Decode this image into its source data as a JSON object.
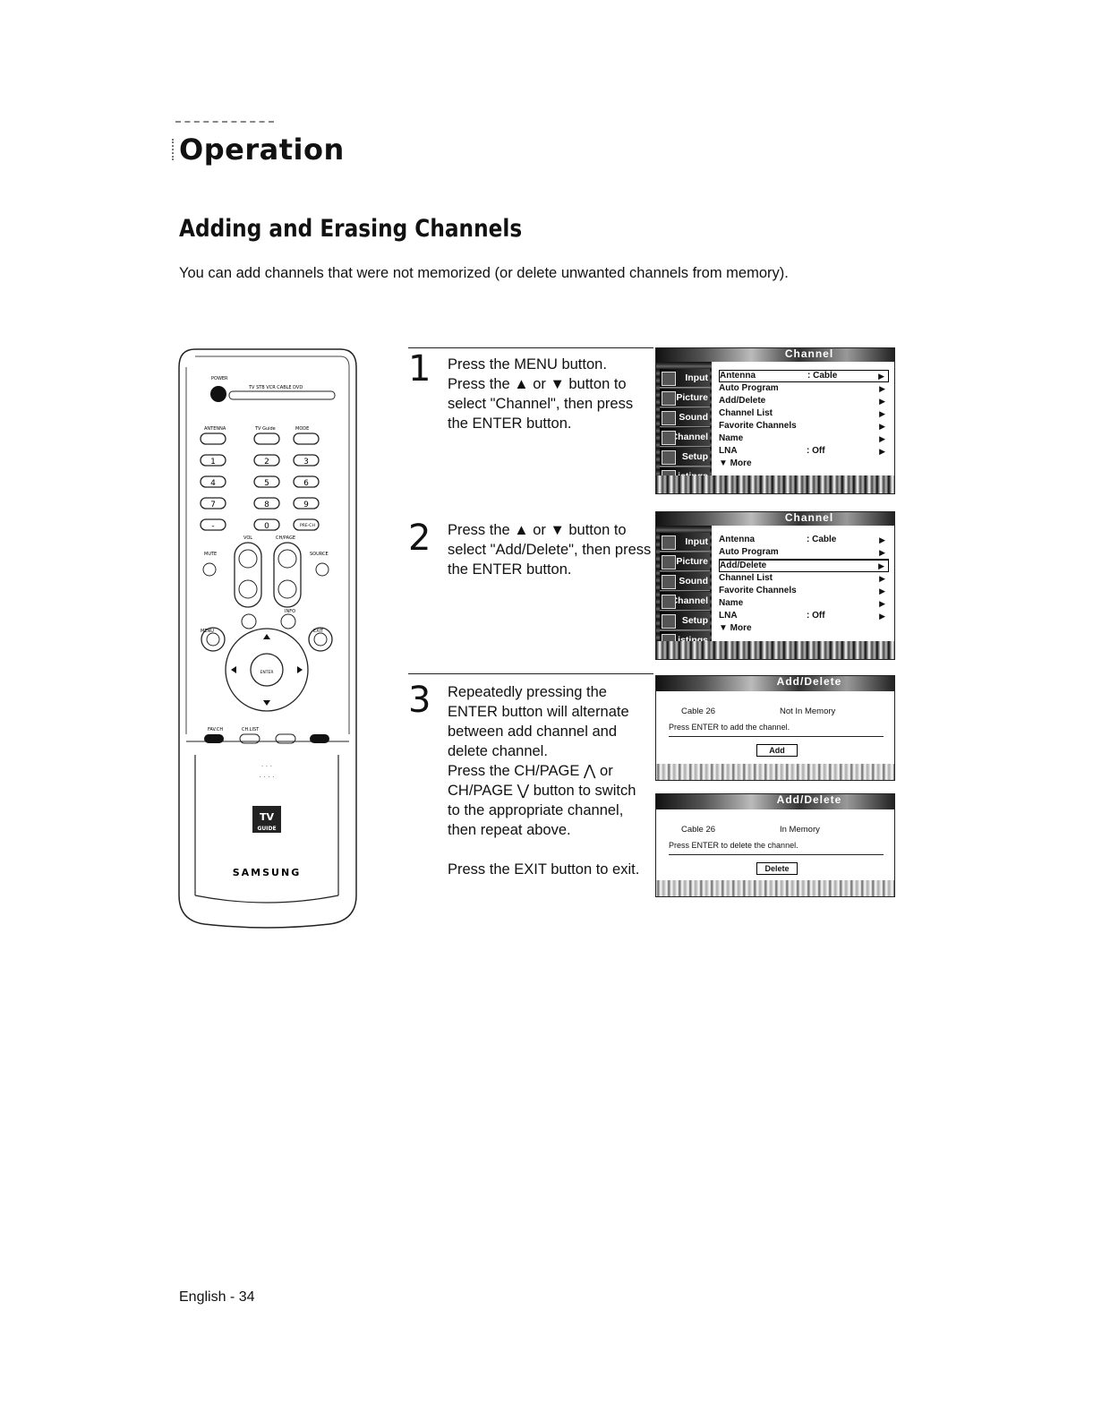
{
  "header": {
    "section": "Operation",
    "heading": "Adding and Erasing Channels",
    "intro": "You can add channels that were not memorized (or delete unwanted channels from memory)."
  },
  "remote": {
    "labels": {
      "power": "POWER",
      "modes": "TV  STB  VCR  CABLE  DVD",
      "antenna": "ANTENNA",
      "tvguide": "TV Guide",
      "mode": "MODE",
      "vol": "VOL",
      "chpage": "CH/PAGE",
      "mute": "MUTE",
      "source": "SOURCE",
      "prech": "PRE-CH",
      "info": "INFO",
      "menu": "MENU",
      "exit": "EXIT",
      "enter": "ENTER",
      "favch": "FAV.CH",
      "chlist": "CH.LIST",
      "brand": "SAMSUNG",
      "guide_logo_top": "TV",
      "guide_logo_bottom": "GUIDE"
    },
    "digits": [
      "1",
      "2",
      "3",
      "4",
      "5",
      "6",
      "7",
      "8",
      "9",
      "-",
      "0"
    ]
  },
  "steps": [
    {
      "number": "1",
      "lines": [
        "Press the MENU button.",
        "Press the ▲ or ▼ button to select \"Channel\", then press the ENTER button."
      ]
    },
    {
      "number": "2",
      "lines": [
        "Press the ▲ or ▼ button to select \"Add/Delete\", then press the ENTER button."
      ]
    },
    {
      "number": "3",
      "lines": [
        "Repeatedly pressing the ENTER button will alternate between add channel and delete channel.",
        "Press the CH/PAGE ⋀ or CH/PAGE ⋁ button to switch to the appropriate channel, then repeat above."
      ],
      "extra": "Press the EXIT button to exit."
    }
  ],
  "screens": {
    "sidebar": [
      "Input",
      "Picture",
      "Sound",
      "Channel",
      "Setup",
      "Listings"
    ],
    "menu1": {
      "title": "Channel",
      "items": [
        {
          "label": "Antenna",
          "value": ": Cable",
          "arrow": "▶"
        },
        {
          "label": "Auto Program",
          "value": "",
          "arrow": "▶"
        },
        {
          "label": "Add/Delete",
          "value": "",
          "arrow": "▶"
        },
        {
          "label": "Channel List",
          "value": "",
          "arrow": "▶"
        },
        {
          "label": "Favorite Channels",
          "value": "",
          "arrow": "▶"
        },
        {
          "label": "Name",
          "value": "",
          "arrow": "▶"
        },
        {
          "label": "LNA",
          "value": ": Off",
          "arrow": "▶"
        },
        {
          "label": "▼ More",
          "value": "",
          "arrow": ""
        }
      ]
    },
    "menu2": {
      "title": "Channel",
      "items": [
        {
          "label": "Antenna",
          "value": ": Cable",
          "arrow": "▶"
        },
        {
          "label": "Auto Program",
          "value": "",
          "arrow": "▶"
        },
        {
          "label": "Add/Delete",
          "value": "",
          "arrow": "▶"
        },
        {
          "label": "Channel List",
          "value": "",
          "arrow": "▶"
        },
        {
          "label": "Favorite Channels",
          "value": "",
          "arrow": "▶"
        },
        {
          "label": "Name",
          "value": "",
          "arrow": "▶"
        },
        {
          "label": "LNA",
          "value": ": Off",
          "arrow": "▶"
        },
        {
          "label": "▼ More",
          "value": "",
          "arrow": ""
        }
      ]
    },
    "dialog_add": {
      "title": "Add/Delete",
      "channel": "Cable  26",
      "status": "Not In Memory",
      "instruction": "Press ENTER to add the channel.",
      "button": "Add"
    },
    "dialog_delete": {
      "title": "Add/Delete",
      "channel": "Cable  26",
      "status": "In Memory",
      "instruction": "Press ENTER to delete the channel.",
      "button": "Delete"
    }
  },
  "footer": "English - 34"
}
